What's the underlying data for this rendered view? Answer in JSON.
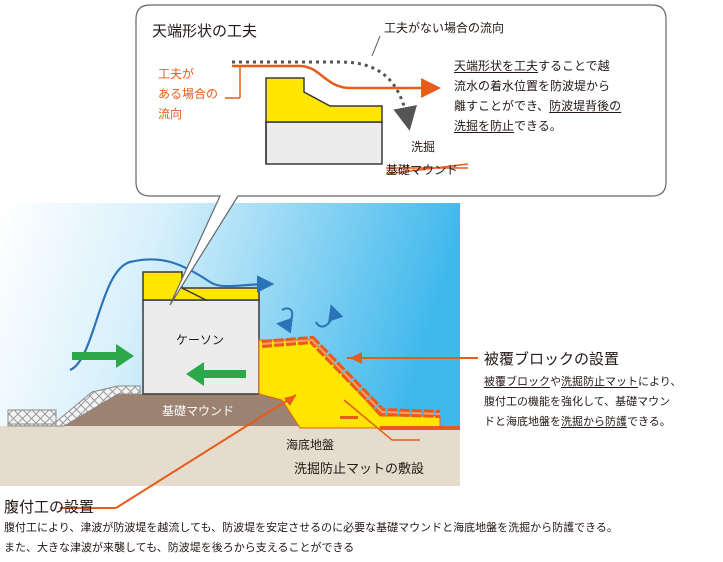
{
  "callout": {
    "title": "天端形状の工夫",
    "no_feature_label": "工夫がない場合の流向",
    "with_feature_label_lines": [
      "工夫が",
      "ある場合の",
      "流向"
    ],
    "scour_label": "洗掘",
    "mound_label": "基礎マウンド",
    "desc_lines": [
      [
        {
          "t": "天端形状を工夫",
          "u": true
        },
        {
          "t": "することで越",
          "u": false
        }
      ],
      [
        {
          "t": "流水の着水位置を防波堤から",
          "u": false
        }
      ],
      [
        {
          "t": "離すことができ、",
          "u": false
        },
        {
          "t": "防波堤背後の",
          "u": true
        }
      ],
      [
        {
          "t": "洗掘を防止",
          "u": true
        },
        {
          "t": "できる。",
          "u": false
        }
      ]
    ]
  },
  "main": {
    "caisson_label": "ケーソン",
    "mound_label": "基礎マウンド",
    "seabed_label": "海底地盤",
    "mat_label": "洗掘防止マットの敷設"
  },
  "block_section": {
    "title": "被覆ブロックの設置",
    "desc_lines": [
      [
        {
          "t": "被覆ブロック",
          "u": true
        },
        {
          "t": "や",
          "u": false
        },
        {
          "t": "洗掘防止マット",
          "u": true
        },
        {
          "t": "により、",
          "u": false
        }
      ],
      [
        {
          "t": "腹付工の機能を強化して、基礎マウン",
          "u": false
        }
      ],
      [
        {
          "t": "ドと海底地盤を",
          "u": false
        },
        {
          "t": "洗掘から防護",
          "u": true
        },
        {
          "t": "できる。",
          "u": false
        }
      ]
    ]
  },
  "bottom_section": {
    "title": "腹付工の設置",
    "lines": [
      "腹付工により、津波が防波堤を越流しても、防波堤を安定させるのに必要な基礎マウンドと海底地盤を洗掘から防護できる。",
      "また、大きな津波が来襲しても、防波堤を後ろから支えることができる"
    ]
  },
  "colors": {
    "orange": "#e85b1a",
    "blue": "#2a73b8",
    "green": "#2aa84a",
    "yellow": "#ffe600",
    "mound": "#9b8271",
    "seabed": "#e6dccd",
    "caisson": "#ececec",
    "water_top": "#ffffff",
    "water_bottom": "#3fb8ec"
  },
  "icons": [
    "callout-pointer",
    "flow-arrow",
    "green-arrow",
    "armor-block-line"
  ]
}
